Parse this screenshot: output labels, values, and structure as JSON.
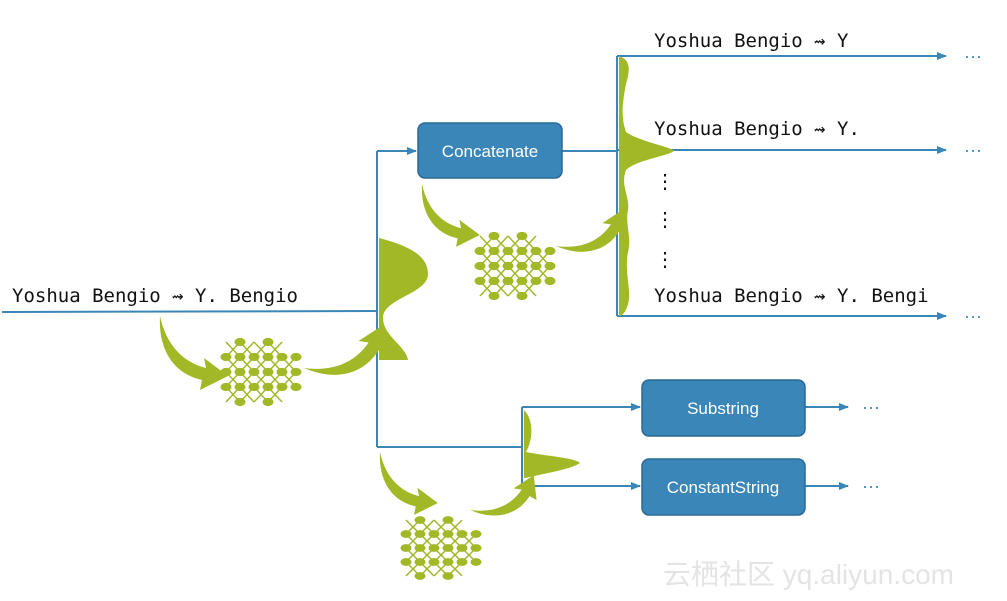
{
  "input_example": "Yoshua Bengio ⇝ Y. Bengio",
  "operators": {
    "concatenate": "Concatenate",
    "substring": "Substring",
    "constant_string": "ConstantString"
  },
  "outputs": [
    "Yoshua Bengio ⇝ Y",
    "Yoshua Bengio ⇝ Y.",
    "Yoshua Bengio ⇝ Y. Bengi"
  ],
  "vertical_ellipsis": "⋮",
  "continuation": "···",
  "watermark": "云栖社区 yq.aliyun.com",
  "colors": {
    "line": "#3a86b8",
    "box": "#3a86b8",
    "box_border": "#2a6a94",
    "green": "#a2b827",
    "text": "#111111"
  }
}
